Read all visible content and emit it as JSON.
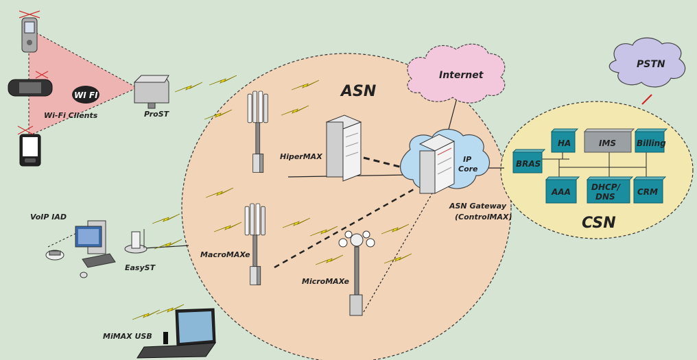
{
  "labels": {
    "wifi_clients": "Wi-Fi Clients",
    "wifi_logo": "WI FI",
    "prost": "ProST",
    "hipermax": "HiperMAX",
    "macromaxe": "MacroMAXe",
    "micromaxe": "MicroMAXe",
    "voip_iad": "VoIP IAD",
    "easyst": "EasyST",
    "mimax_usb": "MiMAX USB",
    "asn": "ASN",
    "internet": "Internet",
    "ip_core_1": "IP",
    "ip_core_2": "Core",
    "asn_gateway_1": "ASN Gateway",
    "asn_gateway_2": "(ControlMAX)",
    "pstn": "PSTN",
    "csn": "CSN"
  },
  "csn_boxes": {
    "ha": "HA",
    "ims": "IMS",
    "billing": "Billing",
    "bras": "BRAS",
    "aaa": "AAA",
    "dhcp_1": "DHCP/",
    "dhcp_2": "DNS",
    "crm": "CRM"
  },
  "colors": {
    "background": "#d6e4d3",
    "asn_zone": "#f2d4b8",
    "csn_zone": "#f3e8b0",
    "wifi_coverage": "#eeb4b2",
    "csn_box": "#1a8e9e",
    "ims_box": "#9aa0a4",
    "internet_cloud": "#f4c8dc",
    "pstn_cloud": "#c8c4e8",
    "ip_core_cloud": "#b8dbf2",
    "lightning": "#f2e21a"
  }
}
